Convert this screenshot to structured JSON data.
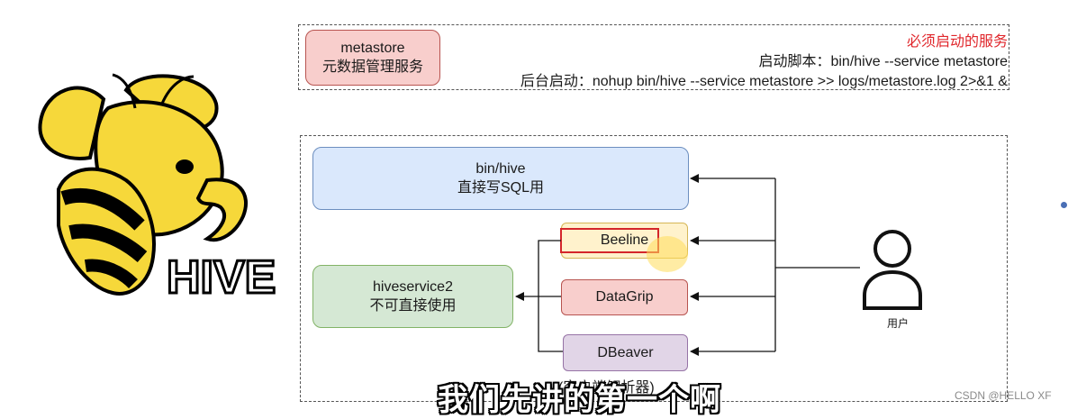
{
  "metastore": {
    "box_lines": [
      "metastore",
      "元数据管理服务"
    ],
    "required_note": "必须启动的服务",
    "start_script": "启动脚本：bin/hive --service metastore",
    "background_start": "后台启动：nohup bin/hive --service metastore >> logs/metastore.log 2>&1 &"
  },
  "diagram": {
    "cli_box": [
      "bin/hive",
      "直接写SQL用"
    ],
    "hs2_box": [
      "hiveservice2",
      "不可直接使用"
    ],
    "clients": [
      "Beeline",
      "DataGrip",
      "DBeaver"
    ],
    "client_caption": "(客户端解析器)",
    "user_label": "用户"
  },
  "logo": {
    "text": "HIVE"
  },
  "subtitle": "我们先讲的第一个啊",
  "watermark": "CSDN @HELLO XF",
  "colors": {
    "metastore_fill": "#f8cecc",
    "metastore_border": "#b85450",
    "cli_fill": "#dae8fc",
    "cli_border": "#6c8ebf",
    "hs2_fill": "#d5e8d4",
    "hs2_border": "#82b366",
    "beeline_fill": "#fff2cc",
    "beeline_border": "#d6b656",
    "datagrip_fill": "#f8cecc",
    "datagrip_border": "#b85450",
    "dbeaver_fill": "#e1d5e7",
    "dbeaver_border": "#9673a6",
    "required_text": "#e0262b",
    "logo_yellow": "#f6d83a"
  }
}
